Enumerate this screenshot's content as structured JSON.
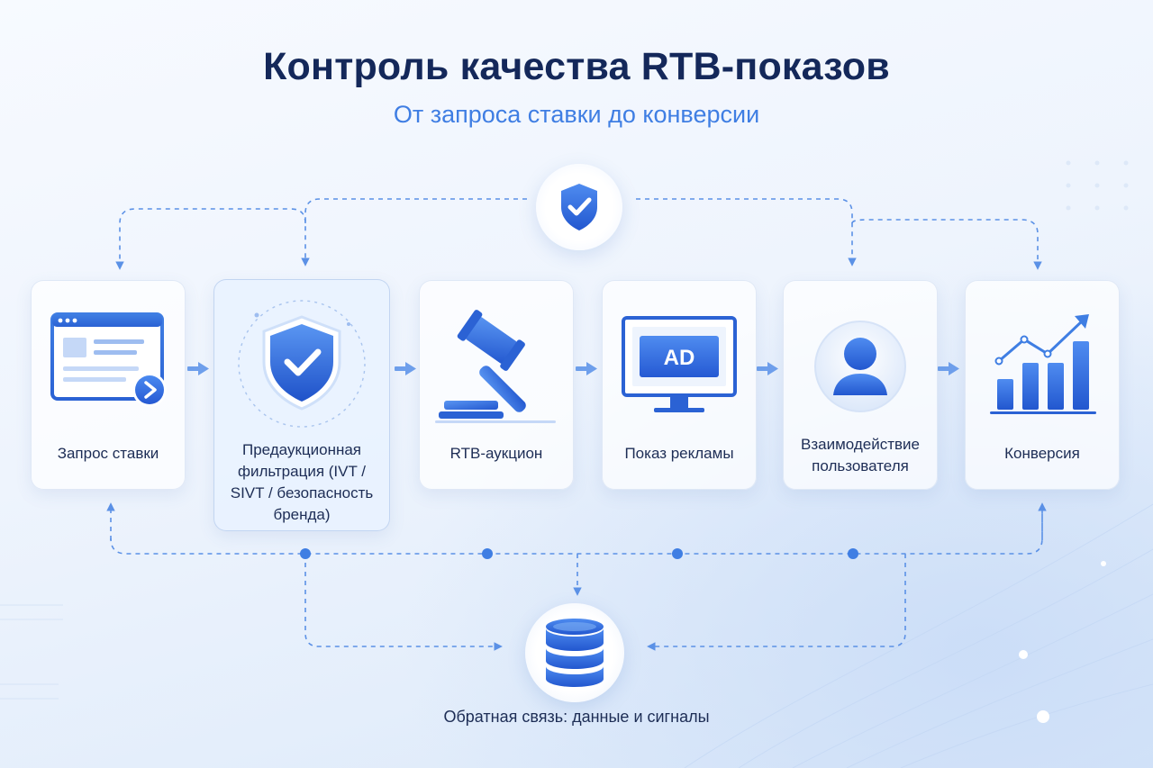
{
  "header": {
    "title": "Контроль качества RTB-показов",
    "subtitle": "От запроса ставки до конверсии"
  },
  "stages": [
    {
      "label": "Запрос ставки",
      "icon": "browser-play-icon"
    },
    {
      "label": "Предаукционная фильтрация (IVT / SIVT / безопасность бренда)",
      "icon": "shield-check-icon"
    },
    {
      "label": "RTB-аукцион",
      "icon": "gavel-icon"
    },
    {
      "label": "Показ рекламы",
      "icon": "monitor-ad-icon",
      "badge": "AD"
    },
    {
      "label": "Взаимодействие пользователя",
      "icon": "user-icon"
    },
    {
      "label": "Конверсия",
      "icon": "growth-chart-icon"
    }
  ],
  "hubs": {
    "top_icon": "shield-check-icon",
    "bottom_icon": "database-icon"
  },
  "feedback": {
    "label": "Обратная связь: данные и сигналы"
  },
  "colors": {
    "primary": "#2f6fe0",
    "accent": "#3f7ee3",
    "title": "#14285a",
    "text": "#1d2d55",
    "line": "#5b91e6"
  }
}
